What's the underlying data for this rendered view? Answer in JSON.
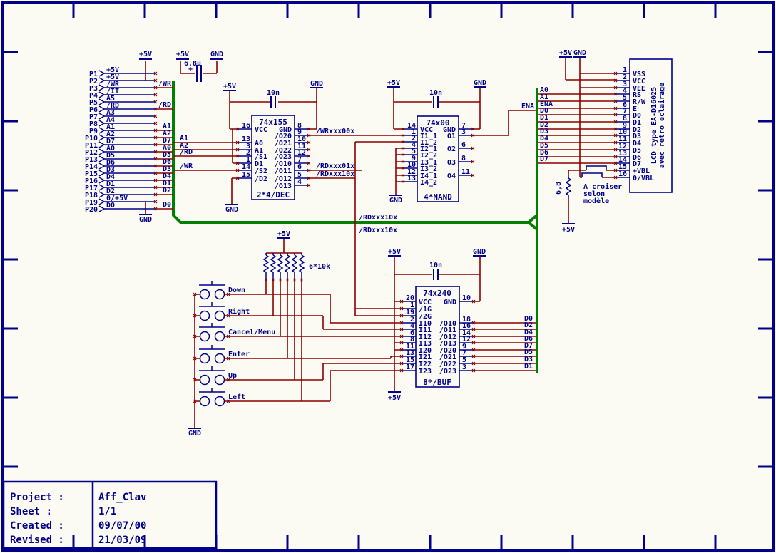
{
  "power": {
    "vcc": "+5V",
    "gnd": "GND"
  },
  "title_block": {
    "project_label": "Project :",
    "sheet_label": "Sheet :",
    "created_label": "Created :",
    "revised_label": "Revised :",
    "project": "Aff_Clav",
    "sheet": "1/1",
    "created": "09/07/00",
    "revised": "21/03/09"
  },
  "left_connector": {
    "pins": [
      {
        "name": "P1",
        "net": "+5V"
      },
      {
        "name": "P2",
        "net": "+5V"
      },
      {
        "name": "P3",
        "net": "/WR"
      },
      {
        "name": "P4",
        "net": "/IT"
      },
      {
        "name": "P5",
        "net": "A5"
      },
      {
        "name": "P6",
        "net": "/RD"
      },
      {
        "name": "P7",
        "net": "A3"
      },
      {
        "name": "P8",
        "net": "A4"
      },
      {
        "name": "P9",
        "net": "A1"
      },
      {
        "name": "P10",
        "net": "A2"
      },
      {
        "name": "P11",
        "net": "D7"
      },
      {
        "name": "P12",
        "net": "A0"
      },
      {
        "name": "P13",
        "net": "D5"
      },
      {
        "name": "P14",
        "net": "D6"
      },
      {
        "name": "P15",
        "net": "D3"
      },
      {
        "name": "P16",
        "net": "D4"
      },
      {
        "name": "P17",
        "net": "D1"
      },
      {
        "name": "P18",
        "net": "D2"
      },
      {
        "name": "P19",
        "net": "0/+5V"
      },
      {
        "name": "P20",
        "net": "D0"
      }
    ]
  },
  "nets": {
    "bus_entries": [
      "/WR",
      "/RD",
      "A1",
      "A2",
      "D7",
      "A0",
      "D5",
      "D6",
      "D3",
      "D4",
      "D1",
      "D2",
      "D0"
    ],
    "decoder_inputs": [
      "A1",
      "A2",
      "/RD",
      "/WR"
    ],
    "wr00": "/WRxxx00x",
    "rd01": "/RDxxx01x",
    "rd10": "/RDxxx10x",
    "ena": "ENA",
    "bus_to_lcd": [
      "A0",
      "A1",
      "ENA",
      "D0",
      "D1",
      "D2",
      "D3",
      "D4",
      "D5",
      "D6",
      "D7"
    ],
    "buffer_outputs": [
      "D0",
      "D2",
      "D4",
      "D6",
      "D7",
      "D5",
      "D3",
      "D1"
    ]
  },
  "decoder": {
    "title": "74x155",
    "subtitle": "2*4/DEC",
    "left_pins": [
      {
        "num": "16",
        "name": "VCC"
      },
      {
        "num": "13",
        "name": "A0"
      },
      {
        "num": "3",
        "name": "A1"
      },
      {
        "num": "2",
        "name": "/S1"
      },
      {
        "num": "1",
        "name": "D1"
      },
      {
        "num": "14",
        "name": "/S2"
      },
      {
        "num": "15",
        "name": "/D2"
      }
    ],
    "right_pins": [
      {
        "num": "8",
        "name": "GND"
      },
      {
        "num": "9",
        "name": "/O20"
      },
      {
        "num": "10",
        "name": "/O21"
      },
      {
        "num": "11",
        "name": "/O22"
      },
      {
        "num": "12",
        "name": "/O23"
      },
      {
        "num": "7",
        "name": "/O10"
      },
      {
        "num": "6",
        "name": "/O11"
      },
      {
        "num": "5",
        "name": "/O12"
      },
      {
        "num": "4",
        "name": "/O13"
      }
    ]
  },
  "nand": {
    "title": "74x00",
    "subtitle": "4*NAND",
    "left_pins": [
      {
        "num": "14",
        "name": "VCC"
      },
      {
        "num": "1",
        "name": "I1_1"
      },
      {
        "num": "2",
        "name": "I1_2"
      },
      {
        "num": "4",
        "name": "I2_1"
      },
      {
        "num": "5",
        "name": "I2_2"
      },
      {
        "num": "9",
        "name": "I3_1"
      },
      {
        "num": "10",
        "name": "I3_2"
      },
      {
        "num": "12",
        "name": "I4_1"
      },
      {
        "num": "13",
        "name": "I4_2"
      }
    ],
    "right_pins": [
      {
        "num": "7",
        "name": "GND"
      },
      {
        "num": "3",
        "name": "O1"
      },
      {
        "num": "6",
        "name": "O2"
      },
      {
        "num": "8",
        "name": "O3"
      },
      {
        "num": "11",
        "name": "O4"
      }
    ]
  },
  "buffer": {
    "title": "74x240",
    "subtitle": "8*/BUF",
    "left_pins": [
      {
        "num": "20",
        "name": "VCC"
      },
      {
        "num": "1",
        "name": "/1G"
      },
      {
        "num": "19",
        "name": "/2G"
      },
      {
        "num": "2",
        "name": "I10"
      },
      {
        "num": "4",
        "name": "I11"
      },
      {
        "num": "6",
        "name": "I12"
      },
      {
        "num": "8",
        "name": "I13"
      },
      {
        "num": "11",
        "name": "I20"
      },
      {
        "num": "13",
        "name": "I21"
      },
      {
        "num": "15",
        "name": "I22"
      },
      {
        "num": "17",
        "name": "I23"
      }
    ],
    "right_pins": [
      {
        "num": "10",
        "name": "GND"
      },
      {
        "num": "18",
        "name": "/O10"
      },
      {
        "num": "16",
        "name": "/O11"
      },
      {
        "num": "14",
        "name": "/O12"
      },
      {
        "num": "12",
        "name": "/O13"
      },
      {
        "num": "9",
        "name": "/O20"
      },
      {
        "num": "7",
        "name": "/O21"
      },
      {
        "num": "5",
        "name": "/O22"
      },
      {
        "num": "3",
        "name": "/O23"
      }
    ]
  },
  "lcd": {
    "pins": [
      {
        "num": "1",
        "name": "VSS"
      },
      {
        "num": "2",
        "name": "VCC"
      },
      {
        "num": "3",
        "name": "VEE"
      },
      {
        "num": "4",
        "name": "RS"
      },
      {
        "num": "5",
        "name": "R/W"
      },
      {
        "num": "6",
        "name": "E"
      },
      {
        "num": "7",
        "name": "D0"
      },
      {
        "num": "8",
        "name": "D1"
      },
      {
        "num": "9",
        "name": "D2"
      },
      {
        "num": "10",
        "name": "D3"
      },
      {
        "num": "11",
        "name": "D4"
      },
      {
        "num": "12",
        "name": "D5"
      },
      {
        "num": "13",
        "name": "D6"
      },
      {
        "num": "14",
        "name": "D7"
      },
      {
        "num": "15",
        "name": "+VBL"
      },
      {
        "num": "16",
        "name": "0/VBL"
      }
    ],
    "label_line1": "LCD type EA-D16025",
    "label_line2": "avec retro eclairage",
    "note": [
      "A croiser",
      "selon",
      "modèle"
    ],
    "resistor_value": "6,8"
  },
  "capacitors": {
    "c1": "6,8u",
    "plus": "+",
    "c2": "10n",
    "c3": "10n",
    "c4": "10n"
  },
  "resistor_network": {
    "value": "6*10k"
  },
  "buttons": [
    "Down",
    "Right",
    "Cancel/Menu",
    "Enter",
    "Up",
    "Left"
  ],
  "colors": {
    "navy": "#00008B",
    "maroon": "#8B0000",
    "bus_green": "#008000",
    "background": "#FBFBF3"
  }
}
